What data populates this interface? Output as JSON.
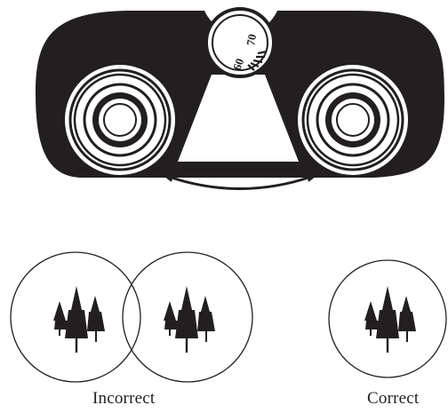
{
  "diagram": {
    "colors": {
      "ink": "#231f20",
      "paper": "#ffffff"
    },
    "binoculars": {
      "diopter_scale": {
        "labels": [
          "70",
          "60"
        ]
      },
      "adjustment_arrow": {
        "meaning": "interpupillary-distance"
      }
    },
    "views": [
      {
        "id": "incorrect",
        "label": "Incorrect",
        "circles": 2,
        "trees_per_circle": 3
      },
      {
        "id": "correct",
        "label": "Correct",
        "circles": 1,
        "trees_per_circle": 3
      }
    ]
  }
}
